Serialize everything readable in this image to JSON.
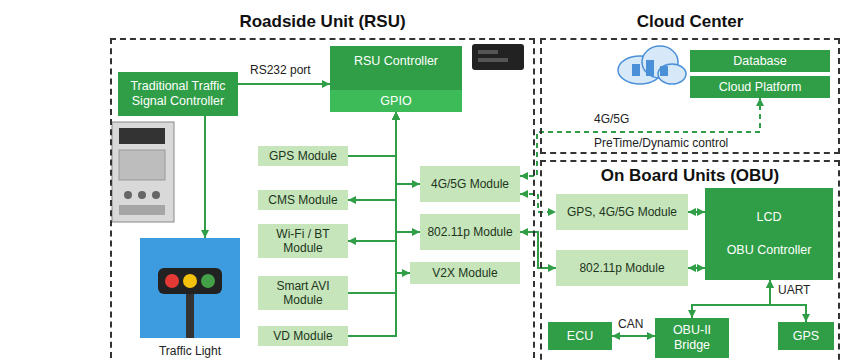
{
  "diagram": {
    "nodes": [
      {
        "text": [
          "Roadside Unit (RSU)"
        ]
      },
      {
        "text": [
          "Traditional Traffic Signal Controller"
        ],
        "in": 0
      },
      {
        "text": [
          "RSU Controller"
        ],
        "in": 0
      },
      {
        "text": [
          "GPIO"
        ],
        "in": 2
      },
      {
        "text": [
          "GPS Module"
        ],
        "in": 0
      },
      {
        "text": [
          "CMS Module"
        ],
        "in": 0
      },
      {
        "text": [
          "Wi-Fi / BT Module"
        ],
        "in": 0
      },
      {
        "text": [
          "Smart AVI Module"
        ],
        "in": 0
      },
      {
        "text": [
          "VD Module"
        ],
        "in": 0
      },
      {
        "text": [
          "4G/5G Module"
        ],
        "in": 0
      },
      {
        "text": [
          "802.11p Module"
        ],
        "in": 0
      },
      {
        "text": [
          "V2X Module"
        ],
        "in": 0
      },
      {
        "text": [
          "Traffic Light"
        ],
        "in": 0
      },
      {
        "text": [
          "Cloud Center"
        ]
      },
      {
        "text": [
          "Database"
        ],
        "in": 13
      },
      {
        "text": [
          "Cloud Platform"
        ],
        "in": 13
      },
      {
        "text": [
          "On Board Units (OBU)"
        ]
      },
      {
        "text": [
          "GPS, 4G/5G Module"
        ],
        "in": 16
      },
      {
        "text": [
          "802.11p Module"
        ],
        "in": 16
      },
      {
        "text": [
          "LCD",
          "OBU Controller"
        ],
        "in": 16
      },
      {
        "text": [
          "ECU"
        ],
        "in": 16
      },
      {
        "text": [
          "OBU-II Bridge"
        ],
        "in": 16
      },
      {
        "text": [
          "GPS"
        ],
        "in": 16
      }
    ],
    "edges": [
      {
        "from": 1,
        "to": 2,
        "arrow": "to",
        "label": "RS232 port"
      },
      {
        "from": 1,
        "to": 12,
        "arrow": "to"
      },
      {
        "from": 4,
        "to": 3,
        "arrow": "to"
      },
      {
        "from": 3,
        "to": 5,
        "arrow": "to"
      },
      {
        "from": 6,
        "to": 3,
        "arrow": "both"
      },
      {
        "from": 7,
        "to": 3,
        "arrow": "to"
      },
      {
        "from": 8,
        "to": 3,
        "arrow": "to"
      },
      {
        "from": 3,
        "to": 9,
        "arrow": "both"
      },
      {
        "from": 3,
        "to": 10,
        "arrow": "both"
      },
      {
        "from": 3,
        "to": 11,
        "arrow": "to"
      },
      {
        "from": 9,
        "to": 15,
        "arrow": "both",
        "label": "4G/5G"
      },
      {
        "from": 9,
        "to": 17,
        "arrow": "both"
      },
      {
        "from": 10,
        "to": 18,
        "arrow": "both"
      },
      {
        "from": 17,
        "to": 19,
        "arrow": "both"
      },
      {
        "from": 18,
        "to": 19,
        "arrow": "both"
      },
      {
        "from": 19,
        "to": 21,
        "arrow": "both",
        "label": "UART"
      },
      {
        "from": 19,
        "to": 22,
        "arrow": "both"
      },
      {
        "from": 20,
        "to": 21,
        "arrow": "both",
        "label": "CAN"
      }
    ],
    "labels": [
      "PreTime/Dynamic control"
    ]
  }
}
